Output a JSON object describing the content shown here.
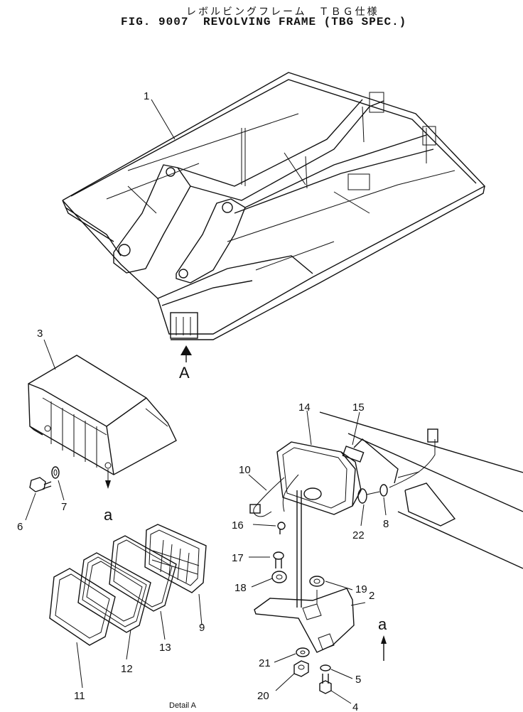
{
  "header": {
    "japanese_title": "レボルビングフレーム　ＴＢＧ仕様",
    "figure_number": "FIG. 9007",
    "figure_title": "REVOLVING FRAME (TBG SPEC.)"
  },
  "callouts": {
    "c1": "1",
    "c2": "2",
    "c3": "3",
    "c4": "4",
    "c5": "5",
    "c6": "6",
    "c7": "7",
    "c8": "8",
    "c9": "9",
    "c10": "10",
    "c11": "11",
    "c12": "12",
    "c13": "13",
    "c14": "14",
    "c15": "15",
    "c16": "16",
    "c17": "17",
    "c18": "18",
    "c19": "19",
    "c20": "20",
    "c21": "21",
    "c22": "22"
  },
  "view_labels": {
    "view_A": "A",
    "view_a_left": "a",
    "view_a_right": "a",
    "detail_caption": "Detail A"
  }
}
